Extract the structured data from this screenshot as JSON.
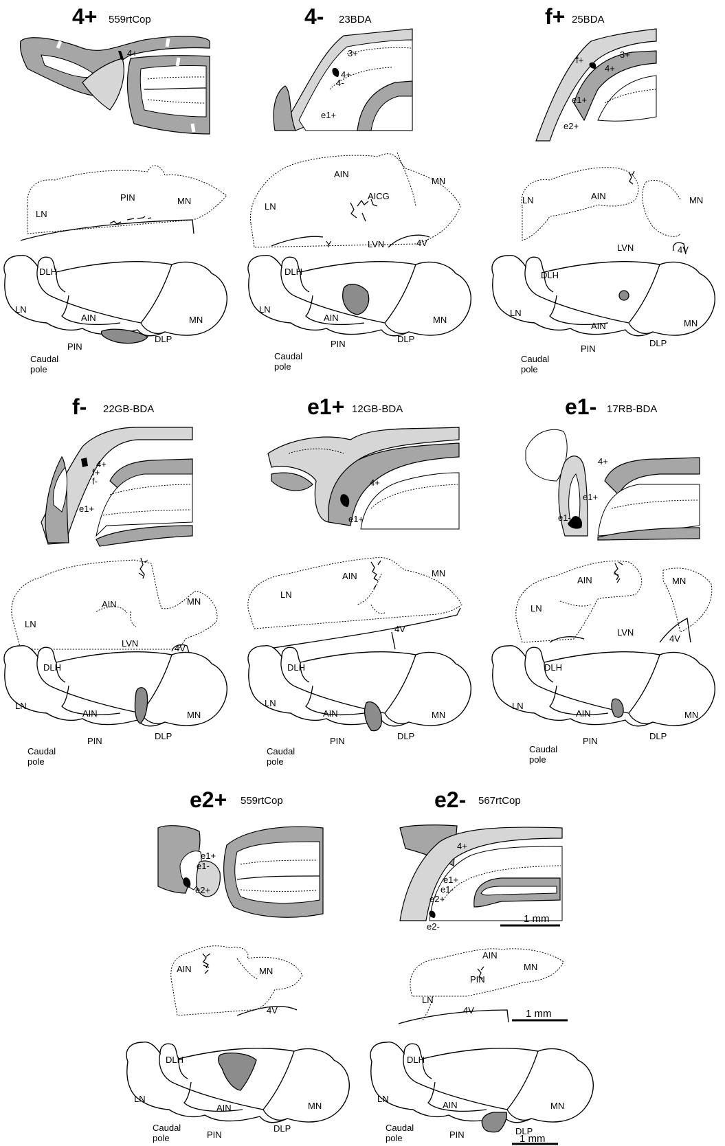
{
  "panels": [
    {
      "code": "4+",
      "label": "559rtCop",
      "sagittal": [
        "4+"
      ],
      "nuclei": [
        "PIN",
        "MN",
        "LN"
      ]
    },
    {
      "code": "4-",
      "label": "23BDA",
      "sagittal": [
        "3+",
        "4+",
        "4-",
        "e1+"
      ],
      "nuclei": [
        "AIN",
        "MN",
        "LN",
        "AICG",
        "Y",
        "LVN",
        "4V"
      ]
    },
    {
      "code": "f+",
      "label": "25BDA",
      "sagittal": [
        "f+",
        "3+",
        "4+",
        "e1+",
        "e2+"
      ],
      "nuclei": [
        "LN",
        "AIN",
        "MN",
        "LVN",
        "4V"
      ]
    },
    {
      "code": "f-",
      "label": "22GB-BDA",
      "sagittal": [
        "4+",
        "f+",
        "f-",
        "e1+"
      ],
      "nuclei": [
        "AIN",
        "MN",
        "LN",
        "LVN",
        "4V"
      ]
    },
    {
      "code": "e1+",
      "label": "12GB-BDA",
      "sagittal": [
        "4+",
        "e1+"
      ],
      "nuclei": [
        "AIN",
        "MN",
        "LN",
        "4V"
      ]
    },
    {
      "code": "e1-",
      "label": "17RB-BDA",
      "sagittal": [
        "4+",
        "e1+",
        "e1-"
      ],
      "nuclei": [
        "AIN",
        "MN",
        "LN",
        "LVN",
        "4V"
      ]
    },
    {
      "code": "e2+",
      "label": "559rtCop",
      "sagittal": [
        "e1+",
        "e1-",
        "e2+"
      ],
      "nuclei": [
        "AIN",
        "MN",
        "4V"
      ]
    },
    {
      "code": "e2-",
      "label": "567rtCop",
      "sagittal": [
        "4+",
        "e1+",
        "e1-",
        "e2+",
        "e2-"
      ],
      "nuclei": [
        "AIN",
        "MN",
        "PIN",
        "LN",
        "4V"
      ]
    }
  ],
  "map_labels": {
    "dlh": "DLH",
    "ln": "LN",
    "ain": "AIN",
    "mn": "MN",
    "pin": "PIN",
    "dlp": "DLP",
    "caudal": "Caudal",
    "pole": "pole"
  },
  "scale_bar": "1 mm",
  "colors": {
    "cortex_dark": "#a6a6a6",
    "cortex_light": "#d6d6d6",
    "injection": "#000000",
    "terminal_spot": "#8c8c8c"
  }
}
